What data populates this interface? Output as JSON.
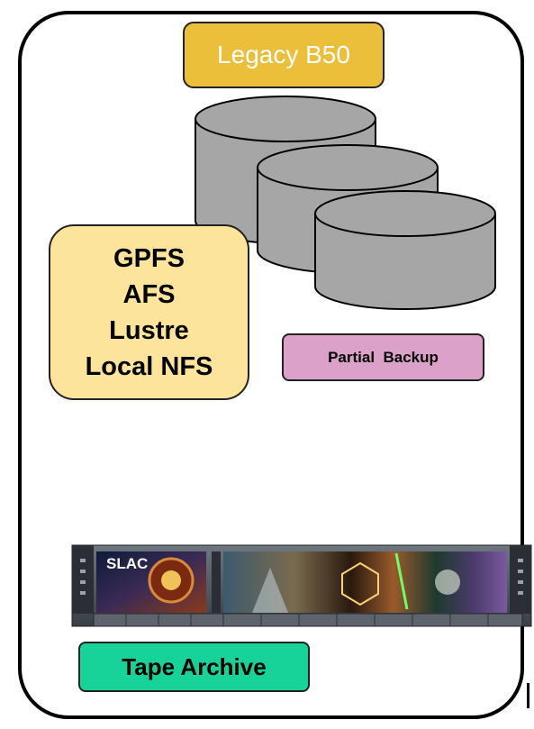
{
  "legacy_label": "Legacy B50",
  "filesystems": [
    "GPFS",
    "AFS",
    "Lustre",
    "Local NFS"
  ],
  "partial_backup_label": "Partial  Backup",
  "tape_archive_label": "Tape Archive",
  "tape_library_logo_text": "SLAC",
  "colors": {
    "legacy": "#ebbf3a",
    "filesystems": "#fde49b",
    "partial_backup": "#dca1c8",
    "tape_archive": "#17d39a",
    "disk": "#a6a6a6"
  }
}
